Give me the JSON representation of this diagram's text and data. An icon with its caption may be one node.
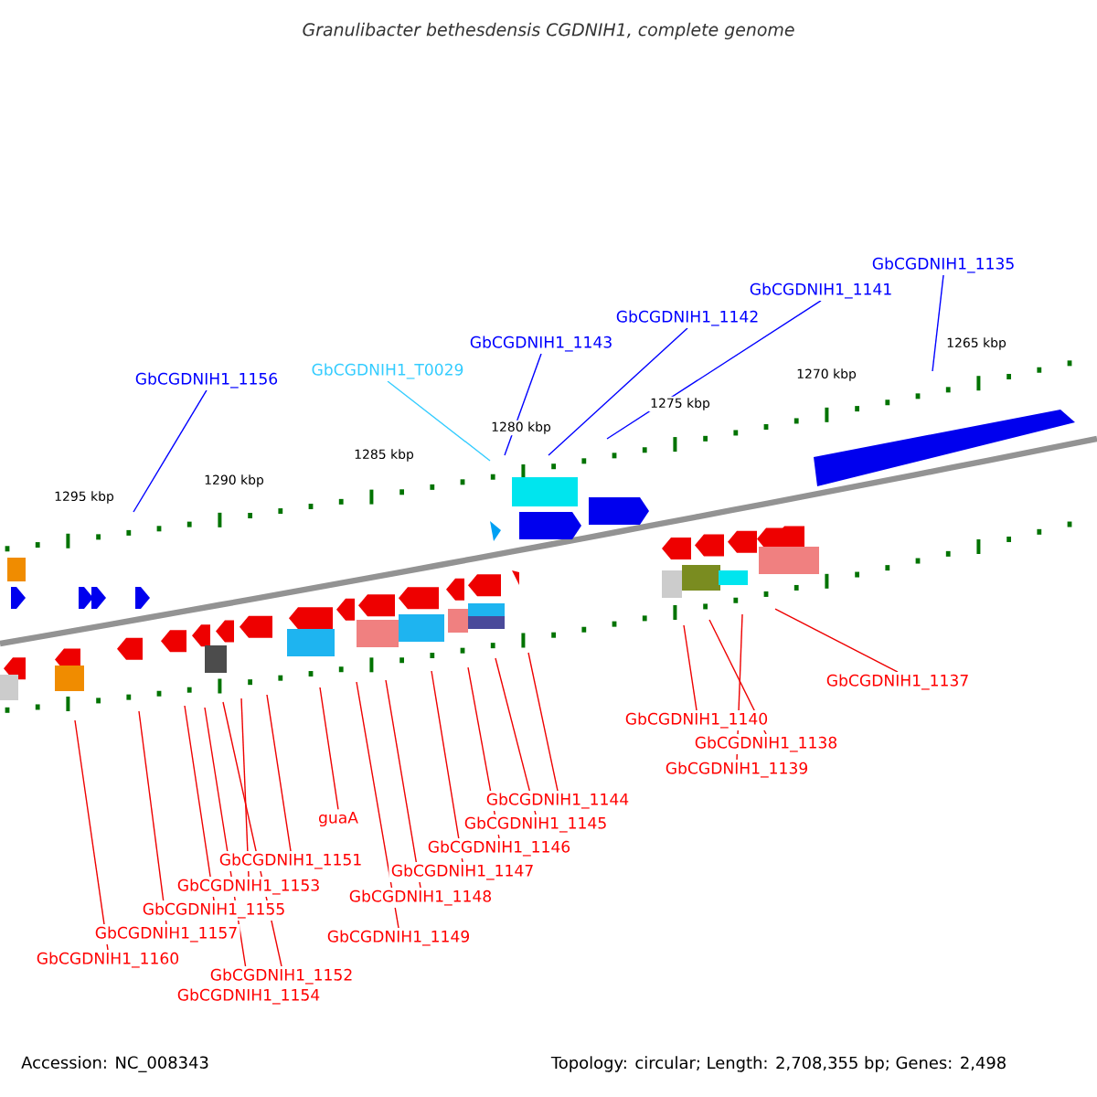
{
  "diagram": {
    "title": "Granulibacter bethesdensis CGDNIH1, complete genome",
    "nodes": [
      {
        "text": [
          "GbCGDNIH1_1156"
        ]
      },
      {
        "text": [
          "GbCGDNIH1_T0029"
        ]
      },
      {
        "text": [
          "GbCGDNIH1_1143"
        ]
      },
      {
        "text": [
          "GbCGDNIH1_1142"
        ]
      },
      {
        "text": [
          "GbCGDNIH1_1141"
        ]
      },
      {
        "text": [
          "GbCGDNIH1_1135"
        ]
      },
      {
        "text": [
          "GbCGDNIH1_1137"
        ]
      },
      {
        "text": [
          "GbCGDNIH1_1140"
        ]
      },
      {
        "text": [
          "GbCGDNIH1_1138"
        ]
      },
      {
        "text": [
          "GbCGDNIH1_1139"
        ]
      },
      {
        "text": [
          "GbCGDNIH1_1144"
        ]
      },
      {
        "text": [
          "GbCGDNIH1_1145"
        ]
      },
      {
        "text": [
          "GbCGDNIH1_1146"
        ]
      },
      {
        "text": [
          "GbCGDNIH1_1147"
        ]
      },
      {
        "text": [
          "guaA"
        ]
      },
      {
        "text": [
          "GbCGDNIH1_1151"
        ]
      },
      {
        "text": [
          "GbCGDNIH1_1148"
        ]
      },
      {
        "text": [
          "GbCGDNIH1_1153"
        ]
      },
      {
        "text": [
          "GbCGDNIH1_1155"
        ]
      },
      {
        "text": [
          "GbCGDNIH1_1149"
        ]
      },
      {
        "text": [
          "GbCGDNIH1_1157"
        ]
      },
      {
        "text": [
          "GbCGDNIH1_1160"
        ]
      },
      {
        "text": [
          "GbCGDNIH1_1152"
        ]
      },
      {
        "text": [
          "GbCGDNIH1_1154"
        ]
      }
    ],
    "edges": [
      {
        "from": 0,
        "to": null,
        "arrow": "none",
        "color": "#0000ff"
      },
      {
        "from": 1,
        "to": null,
        "arrow": "none",
        "color": "#33ccff"
      },
      {
        "from": 2,
        "to": null,
        "arrow": "none",
        "color": "#0000ff"
      },
      {
        "from": 3,
        "to": null,
        "arrow": "none",
        "color": "#0000ff"
      },
      {
        "from": 4,
        "to": null,
        "arrow": "none",
        "color": "#0000ff"
      },
      {
        "from": 5,
        "to": null,
        "arrow": "none",
        "color": "#0000ff"
      },
      {
        "from": 6,
        "to": null,
        "arrow": "none"
      },
      {
        "from": 7,
        "to": null,
        "arrow": "none"
      },
      {
        "from": 8,
        "to": null,
        "arrow": "none"
      },
      {
        "from": 9,
        "to": null,
        "arrow": "none"
      },
      {
        "from": 10,
        "to": null,
        "arrow": "none"
      },
      {
        "from": 11,
        "to": null,
        "arrow": "none"
      },
      {
        "from": 12,
        "to": null,
        "arrow": "none"
      },
      {
        "from": 13,
        "to": null,
        "arrow": "none"
      },
      {
        "from": 14,
        "to": null,
        "arrow": "none"
      },
      {
        "from": 15,
        "to": null,
        "arrow": "none"
      },
      {
        "from": 16,
        "to": null,
        "arrow": "none"
      },
      {
        "from": 17,
        "to": null,
        "arrow": "none"
      },
      {
        "from": 18,
        "to": null,
        "arrow": "none"
      },
      {
        "from": 19,
        "to": null,
        "arrow": "none"
      },
      {
        "from": 20,
        "to": null,
        "arrow": "none"
      },
      {
        "from": 21,
        "to": null,
        "arrow": "none"
      },
      {
        "from": 22,
        "to": null,
        "arrow": "none"
      },
      {
        "from": 23,
        "to": null,
        "arrow": "none"
      }
    ],
    "labels": [
      "1265 kbp",
      "1270 kbp",
      "1275 kbp",
      "1280 kbp",
      "1285 kbp",
      "1290 kbp",
      "1295 kbp",
      "Accession: NC_008343",
      "Topology: circular; Length: 2,708,355 bp; Genes: 2,498"
    ]
  }
}
